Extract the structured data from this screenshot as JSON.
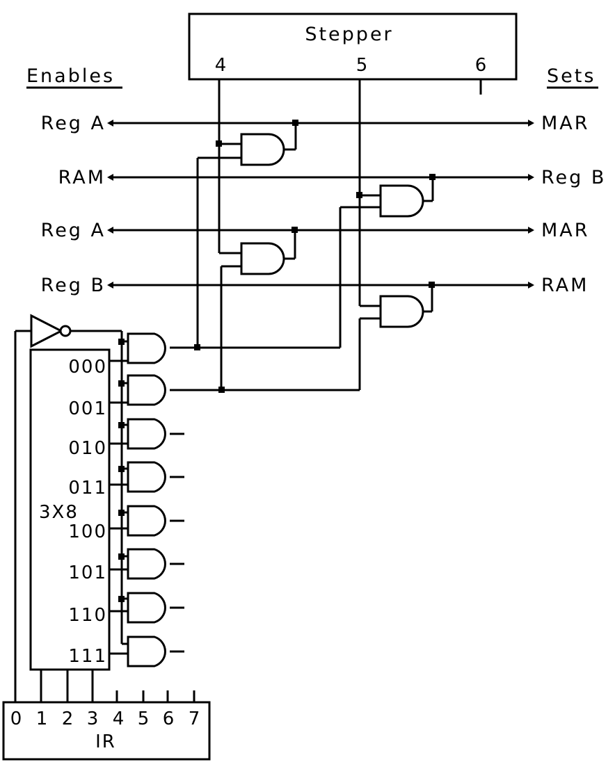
{
  "stepper": {
    "title": "Stepper",
    "steps": [
      "4",
      "5",
      "6"
    ]
  },
  "headers": {
    "enables": "Enables",
    "sets": "Sets"
  },
  "enable_labels": [
    "Reg A",
    "RAM",
    "Reg A",
    "Reg B"
  ],
  "set_labels": [
    "MAR",
    "Reg B",
    "MAR",
    "RAM"
  ],
  "decoder": {
    "label": "3X8",
    "outputs": [
      "000",
      "001",
      "010",
      "011",
      "100",
      "101",
      "110",
      "111"
    ]
  },
  "ir": {
    "label": "IR",
    "bits": [
      "0",
      "1",
      "2",
      "3",
      "4",
      "5",
      "6",
      "7"
    ]
  }
}
